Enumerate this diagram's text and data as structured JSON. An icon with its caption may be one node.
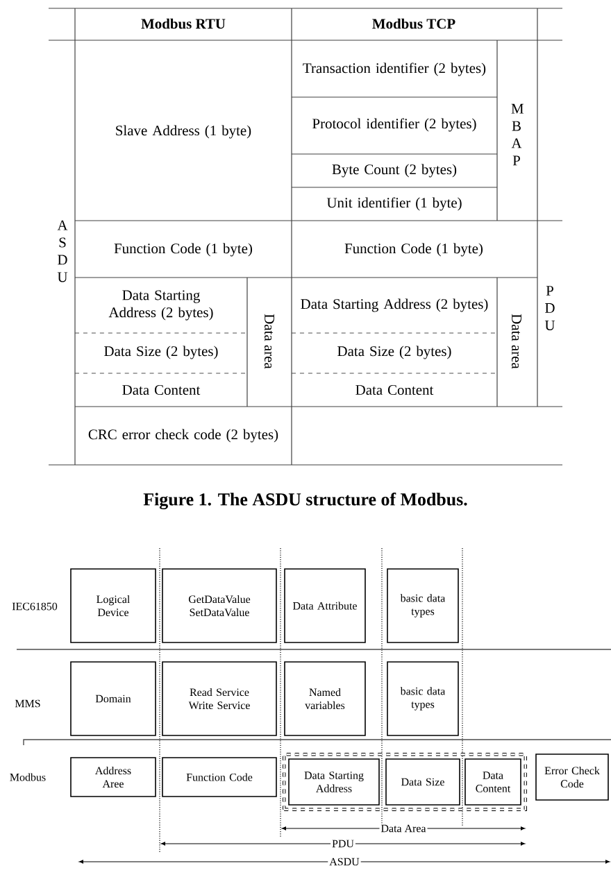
{
  "diagram": {
    "caption": "Figure 1. The ASDU structure of Modbus.",
    "nodes": [
      {
        "text": [
          "Logical Device"
        ]
      },
      {
        "text": [
          "GetDataValue SetDataValue"
        ]
      },
      {
        "text": [
          "Data Attribute"
        ]
      },
      {
        "text": [
          "basic data types"
        ]
      },
      {
        "text": [
          "Domain"
        ]
      },
      {
        "text": [
          "Read Service Write Service"
        ]
      },
      {
        "text": [
          "Named variables"
        ]
      },
      {
        "text": [
          "basic data types"
        ]
      },
      {
        "text": [
          "Address Aree"
        ]
      },
      {
        "text": [
          "Function Code"
        ]
      },
      {
        "text": [],
        "shape": "box"
      },
      {
        "text": [
          "Data Starting Address"
        ],
        "in": 10
      },
      {
        "text": [
          "Data Size"
        ],
        "in": 10
      },
      {
        "text": [
          "Data Content"
        ],
        "in": 10
      },
      {
        "text": [
          "Error Check Code"
        ]
      }
    ],
    "labels": [
      "Modbus RTU",
      "Modbus TCP",
      "Transaction identifier (2 bytes)",
      "M B A P",
      "Slave Address (1 byte)",
      "Protocol identifier (2 bytes)",
      "Byte Count (2 bytes)",
      "Unit identifier (1 byte)",
      "A S D U",
      "Function Code (1 byte)",
      "Function Code (1 byte)",
      "P D U",
      "Data Starting Address (2 bytes)",
      "Data area",
      "Data Starting Address (2 bytes)",
      "Data area",
      "Data Size (2 bytes)",
      "Data Size (2 bytes)",
      "Data Content",
      "Data Content",
      "CRC error check code (2 bytes)",
      "IEC61850",
      "MMS",
      "Modbus",
      "Data Area",
      "PDU",
      "ASDU"
    ]
  }
}
